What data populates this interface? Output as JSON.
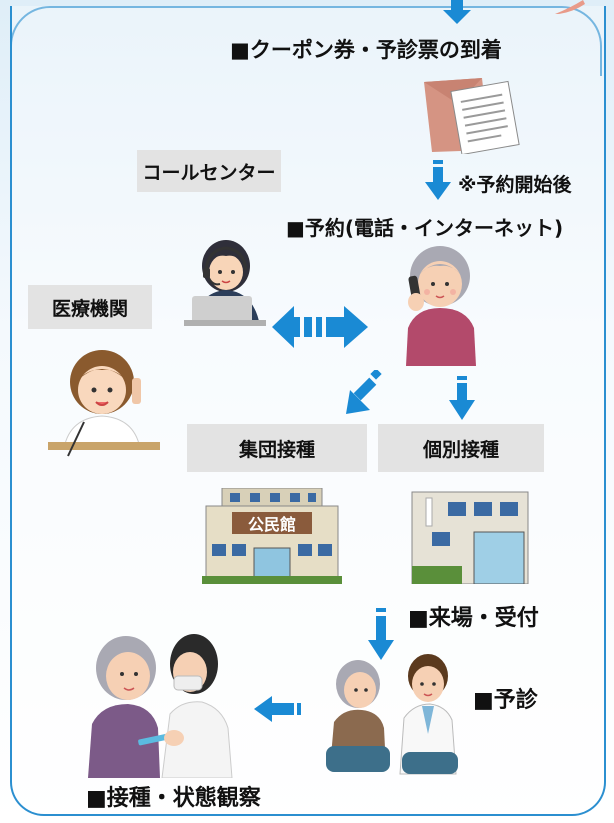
{
  "steps": {
    "arrival": "■クーポン券・予診票の到着",
    "after_start": "※予約開始後",
    "reservation": "■予約(電話・インターネット)",
    "visit": "■来場・受付",
    "pre_exam": "■予診",
    "vaccination": "■接種・状態観察"
  },
  "labels": {
    "call_center": "コールセンター",
    "medical_institution": "医療機関",
    "group_vaccination": "集団接種",
    "individual_vaccination": "個別接種"
  },
  "building_sign": "公民館",
  "colors": {
    "arrow": "#1a8ad4",
    "frame": "#2b8fd0",
    "label_bg": "#e3e3e3"
  }
}
